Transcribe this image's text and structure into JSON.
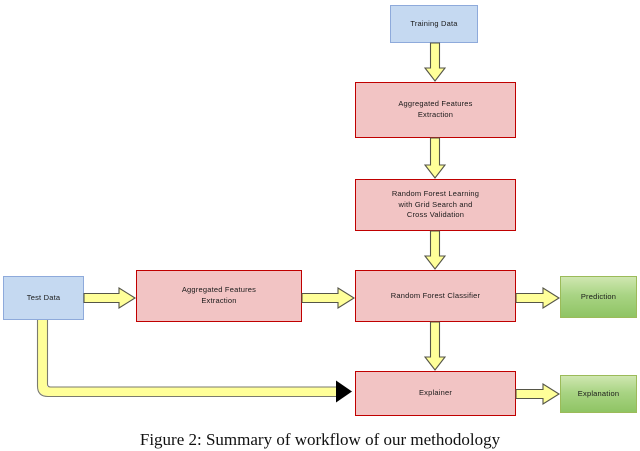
{
  "figure": {
    "type": "flowchart",
    "caption": "Figure 2: Summary of workflow of our methodology",
    "palette": {
      "input_fill": "#c5d9f1",
      "input_border": "#8eaadb",
      "process_fill": "#f2c4c4",
      "process_border": "#c00000",
      "output_fill": "#a9d484",
      "output_border": "#9bbb59",
      "arrow_fill": "#ffff99",
      "arrow_border": "#555548",
      "background": "#ffffff"
    }
  },
  "nodes": {
    "training_data": "Training Data",
    "train_feature_extraction": "Aggregated Features\nExtraction",
    "rf_learning": "Random Forest Learning\nwith Grid Search and\nCross Validation",
    "rf_classifier": "Random Forest Classifier",
    "test_data": "Test Data",
    "test_feature_extraction": "Aggregated Features\nExtraction",
    "prediction": "Prediction",
    "explainer": "Explainer",
    "explanation": "Explanation"
  },
  "edges": [
    {
      "from": "training_data",
      "to": "train_feature_extraction",
      "direction": "down"
    },
    {
      "from": "train_feature_extraction",
      "to": "rf_learning",
      "direction": "down"
    },
    {
      "from": "rf_learning",
      "to": "rf_classifier",
      "direction": "down"
    },
    {
      "from": "test_data",
      "to": "test_feature_extraction",
      "direction": "right"
    },
    {
      "from": "test_feature_extraction",
      "to": "rf_classifier",
      "direction": "right"
    },
    {
      "from": "rf_classifier",
      "to": "prediction",
      "direction": "right"
    },
    {
      "from": "rf_classifier",
      "to": "explainer",
      "direction": "down"
    },
    {
      "from": "test_data",
      "to": "explainer",
      "direction": "elbow-down-right"
    },
    {
      "from": "explainer",
      "to": "explanation",
      "direction": "right"
    }
  ]
}
